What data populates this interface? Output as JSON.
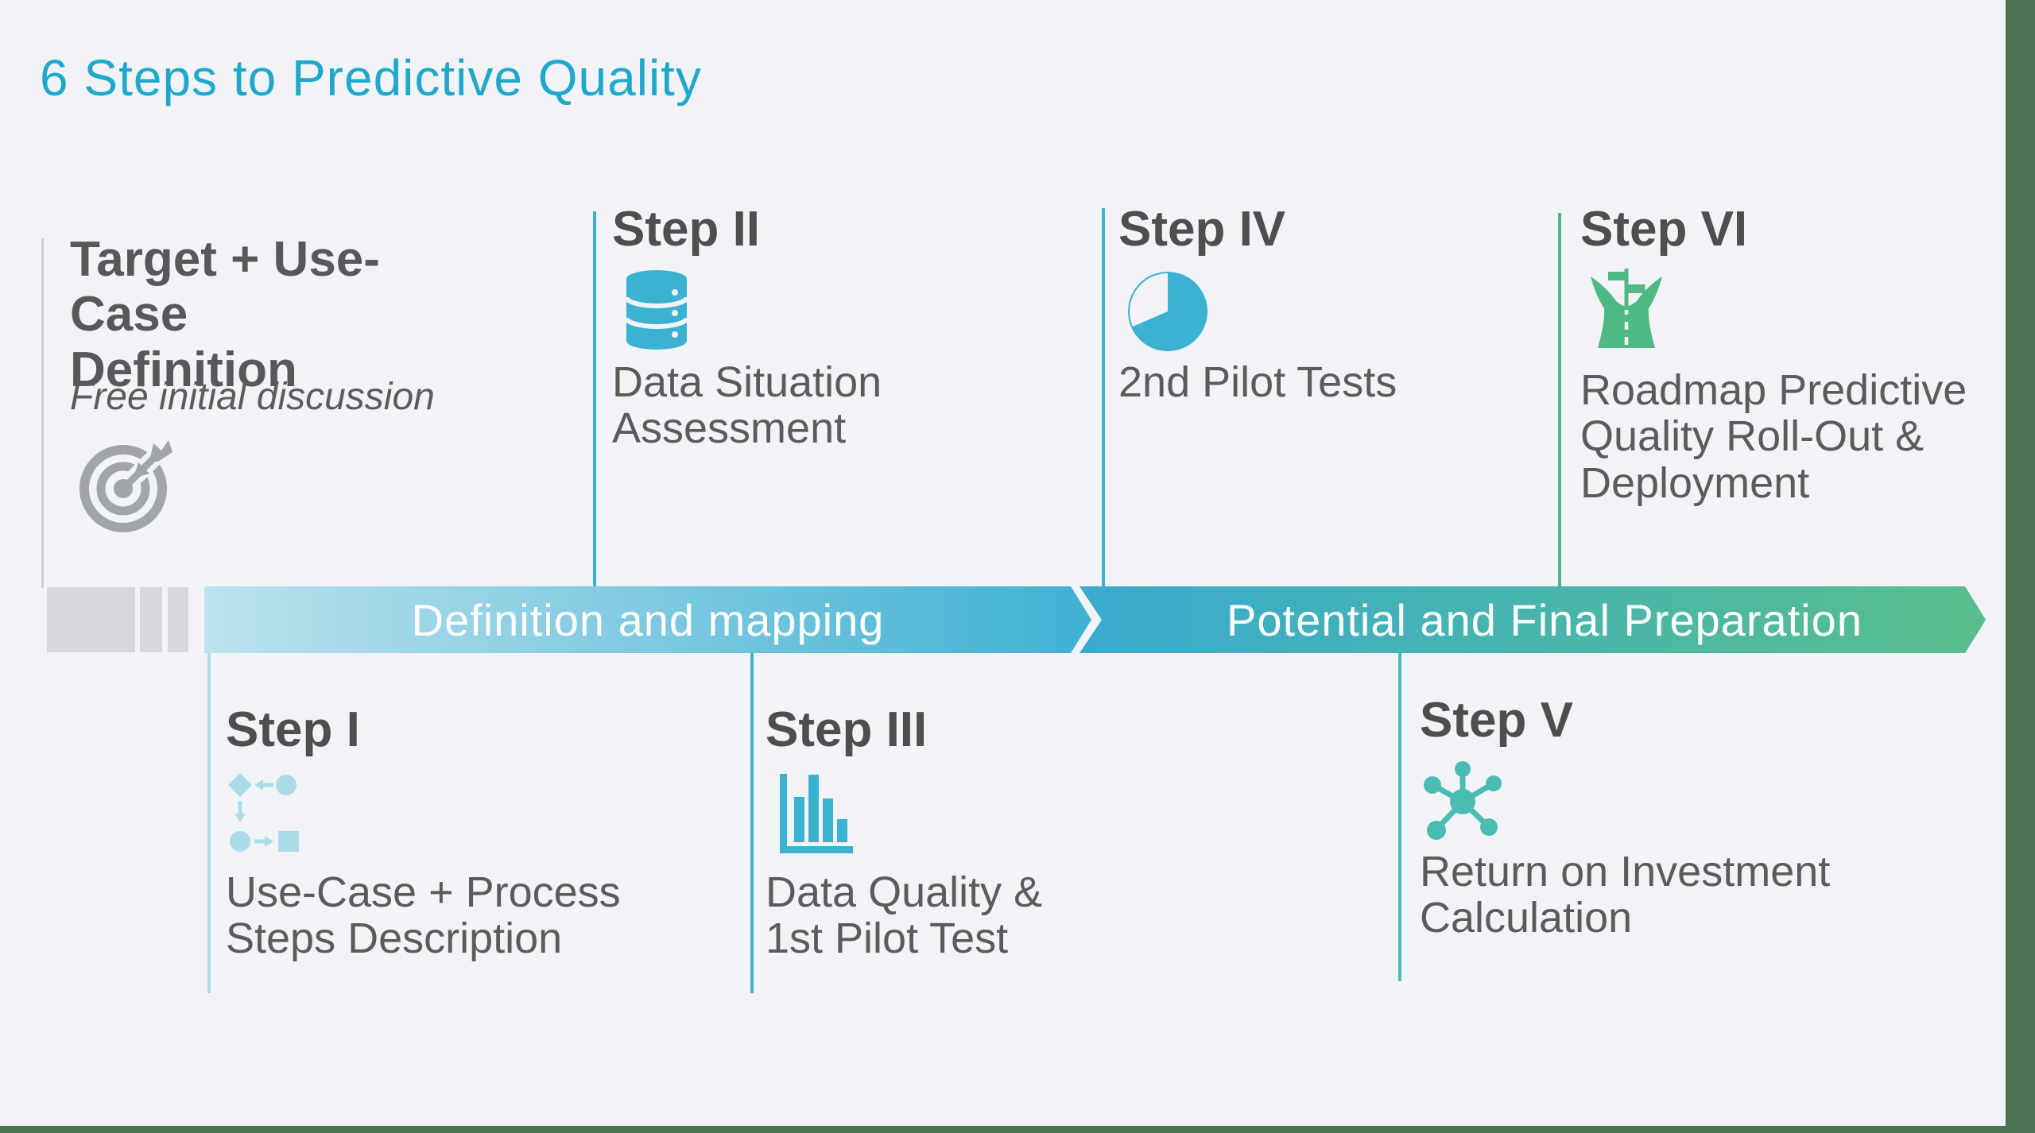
{
  "title": "6 Steps to Predictive Quality",
  "intro": {
    "heading": "Target + Use-Case Definition",
    "note": "Free initial discussion",
    "icon": "target-icon"
  },
  "timeline": {
    "phases": [
      {
        "label": "Definition and mapping",
        "gradient_start": "#bce2ee",
        "gradient_end": "#3fb1d2"
      },
      {
        "label": "Potential and Final Preparation",
        "gradient_start": "#38abce",
        "gradient_end": "#58be8c"
      }
    ]
  },
  "steps": [
    {
      "title": "Step I",
      "description": "Use-Case + Process Steps Description",
      "icon": "flowchart-icon",
      "position": "below-timeline",
      "accent": "#abdbe9"
    },
    {
      "title": "Step II",
      "description": "Data Situation Assessment",
      "icon": "database-icon",
      "position": "above-timeline",
      "accent": "#3cb2d3"
    },
    {
      "title": "Step III",
      "description": "Data Quality & 1st Pilot Test",
      "icon": "bar-chart-icon",
      "position": "below-timeline",
      "accent": "#3cb2d3"
    },
    {
      "title": "Step IV",
      "description": "2nd Pilot Tests",
      "icon": "pie-chart-icon",
      "position": "above-timeline",
      "accent": "#3cb2d3"
    },
    {
      "title": "Step V",
      "description": "Return on Investment Calculation",
      "icon": "network-icon",
      "position": "below-timeline",
      "accent": "#4abcb4"
    },
    {
      "title": "Step VI",
      "description": "Roadmap Predictive Quality Roll-Out & Deployment",
      "icon": "roadmap-icon",
      "position": "above-timeline",
      "accent": "#4eb983"
    }
  ],
  "colors": {
    "background": "#f2f3f6",
    "frame_border": "#4a7150",
    "title_text": "#1fa8cb",
    "heading_text": "#4e4e4e",
    "body_text": "#5b5b5b",
    "muted_gray": "#d5d7da",
    "target_icon_gray": "#a1a4a9"
  }
}
